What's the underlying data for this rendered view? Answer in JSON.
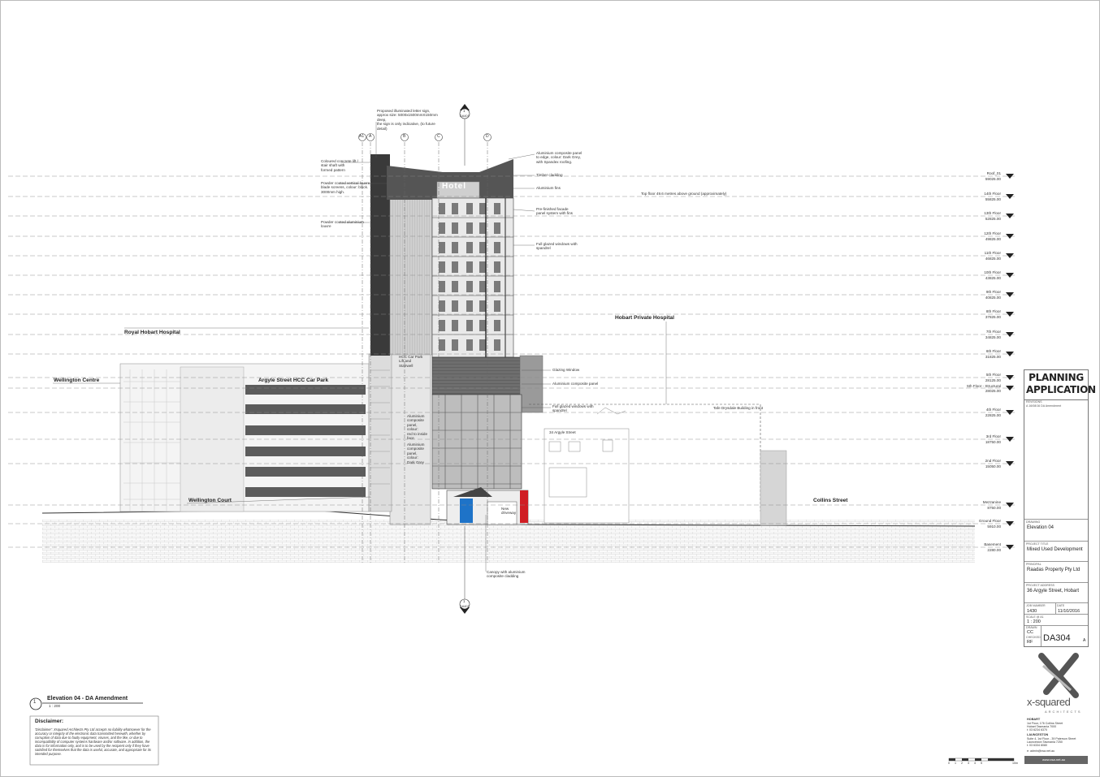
{
  "drawing_title": "Elevation 04 - DA Amendment",
  "drawing_number_marker": "1",
  "drawing_scale": "1 : 200",
  "disclaimer": {
    "heading": "Disclaimer:",
    "text": "'Disclaimer': Xsquared Architects Pty Ltd accepts no liability whatsoever for the accuracy or integrity of the electronic data transmitted herewith, whether by corruption of data due to faulty equipment, viruses, and the like, or due to incompatibility of computer systems hardware and/or software. In addition, the data is for information only, and is to be used by the recipient only if they have satisfied for themselves that the data is useful, accurate, and appropriate for its intended purpose."
  },
  "grid_labels": [
    "A1",
    "A",
    "B",
    "C",
    "D"
  ],
  "section_marker": {
    "number": "1",
    "ref": "DA401"
  },
  "levels": [
    {
      "name": "Roof_01",
      "value": "59025.00"
    },
    {
      "name": "14th Floor",
      "value": "55825.00"
    },
    {
      "name": "13th Floor",
      "value": "52825.00"
    },
    {
      "name": "12th Floor",
      "value": "49825.00"
    },
    {
      "name": "11th Floor",
      "value": "46825.00"
    },
    {
      "name": "10th Floor",
      "value": "43825.00"
    },
    {
      "name": "9th Floor",
      "value": "40825.00"
    },
    {
      "name": "8th Floor",
      "value": "37825.00"
    },
    {
      "name": "7th Floor",
      "value": "34825.00"
    },
    {
      "name": "6th Floor",
      "value": "31825.00"
    },
    {
      "name": "5th Floor",
      "value": "28125.00"
    },
    {
      "name": "5th Floor - Structural",
      "value": "28025.00"
    },
    {
      "name": "4th Floor",
      "value": "22825.00"
    },
    {
      "name": "3rd Floor",
      "value": "18750.00"
    },
    {
      "name": "2nd Floor",
      "value": "15050.00"
    },
    {
      "name": "Mezzanine",
      "value": "8750.00"
    },
    {
      "name": "Ground Floor",
      "value": "5910.00"
    },
    {
      "name": "Basement",
      "value": "2280.00"
    }
  ],
  "place_labels": {
    "royal_hobart": "Royal Hobart  Hospital",
    "wellington_centre": "Wellington Centre",
    "argyle_car_park": "Argyle Street HCC Car Park",
    "wellington_court": "Wellington Court",
    "hobart_private": "Hobart Private Hospital",
    "collins_street": "Collins Street",
    "argyle_34": "34 Argyle Street",
    "hcc_stairwell": "HCC Car Park\nLift and\nStairwell",
    "new_driveway": "New\ndriveway",
    "tafe": "Tafe Drysdale Building in front"
  },
  "annotations": {
    "sign": "Proposed illuminated letter sign,\napprox size: 5000x1500mmX150mm\ndeep,\nthe sign is only indicative, (to future\ndetail)",
    "concrete": "Coloured concrete lift /\nstair shaft with\nformed pattern",
    "louvre_screens": "Powder coated vertical louvre\nblade screens, colour: black.\n3000mm high.",
    "alu_louvre": "Powder coated aluminium\nlouvre",
    "alu_panel_top": "Aluminium composite panel\nto edge, colour: Dark Grey,\nwith Spandex roofing.",
    "timber": "Timber cladding",
    "fins": "Aluminium fins",
    "top_floor": "Top floor 49.6 metres above ground (approximately)",
    "prefinished": "Pre-finished facade\npanel system with fins",
    "full_glazed_spandrel": "Full glazed windows with\nspandrel",
    "glazing_window": "Glazing Window",
    "alu_composite": "Aluminium composite panel",
    "full_glazed_2": "Full glazed windows with\nspandrel",
    "alu_red": "Aluminium\ncomposite\npanel,\ncolour:\nred to inside\nface",
    "alu_dark": "Aluminium\ncomposite\npanel,\ncolour:\nDark Grey",
    "canopy": "Canopy with aluminium\ncomposite cladding",
    "hotel_sign": "Hotel"
  },
  "title_block": {
    "status": "PLANNING\nAPPLICATION",
    "revisions_label": "REVISIONS",
    "revision_entry": "A  16/08/16   DA Amendment",
    "drawing_label": "DRAWING",
    "drawing": "Elevation 04",
    "project_label": "PROJECT TITLE",
    "project": "Mixed Used Development",
    "principal_label": "PRINCIPAL",
    "principal": "Raadas Property Pty Ltd",
    "address_label": "PROJECT ADDRESS",
    "address": "36 Argyle Street, Hobart",
    "job_label": "JOB NUMBER",
    "job": "1430",
    "date_label": "DATE",
    "date": "11/10/2016",
    "scale_label": "SCALE @ A1",
    "scale": "1 : 200",
    "drawn_label": "DRAWN",
    "drawn": "CC",
    "checked_label": "CHECKED",
    "checked": "RF",
    "sheet": "DA304",
    "revision": "A"
  },
  "firm": {
    "name": "x-squared",
    "sub": "ARCHITECTS",
    "hobart_label": "HOBART",
    "hobart_addr": "1st Floor, 176 Collins Street\nHobart Tasmania 7000\nt: 03 6234 6370",
    "launceston_label": "LAUNCESTON",
    "launceston_addr": "Suite 4, 1st Floor - 39 Paterson Street\nLaunceston Tasmania 7250\nt: 03 6334 8080",
    "email": "e:  admin@xsa.net.au",
    "website": "www.xsa.net.au"
  },
  "scale_bar": {
    "ticks": [
      "0",
      "1",
      "2",
      "3",
      "4",
      "5"
    ],
    "end": "10m"
  },
  "colors": {
    "accent_blue": "#1e73c8",
    "accent_red": "#d01e24",
    "dark_grey": "#3a3a3a"
  }
}
